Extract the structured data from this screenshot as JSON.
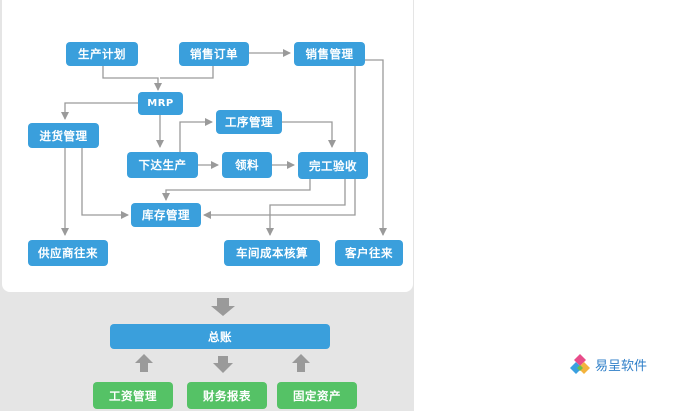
{
  "nodes": {
    "production_plan": "生产计划",
    "sales_order": "销售订单",
    "sales_mgmt": "销售管理",
    "mrp": "MRP",
    "purchase_mgmt": "进货管理",
    "process_mgmt": "工序管理",
    "issue_production": "下达生产",
    "material_pick": "领料",
    "completion_check": "完工验收",
    "inventory_mgmt": "库存管理",
    "supplier_accounts": "供应商往来",
    "workshop_cost": "车间成本核算",
    "customer_accounts": "客户往来",
    "general_ledger": "总账",
    "payroll_mgmt": "工资管理",
    "financial_reports": "财务报表",
    "fixed_assets": "固定资产"
  },
  "colors": {
    "node_blue": "#3a9fdc",
    "node_green": "#55c266",
    "arrow_gray": "#9a9a9a"
  },
  "logo": {
    "text": "易呈软件",
    "icon": "diamond-logo-icon"
  }
}
